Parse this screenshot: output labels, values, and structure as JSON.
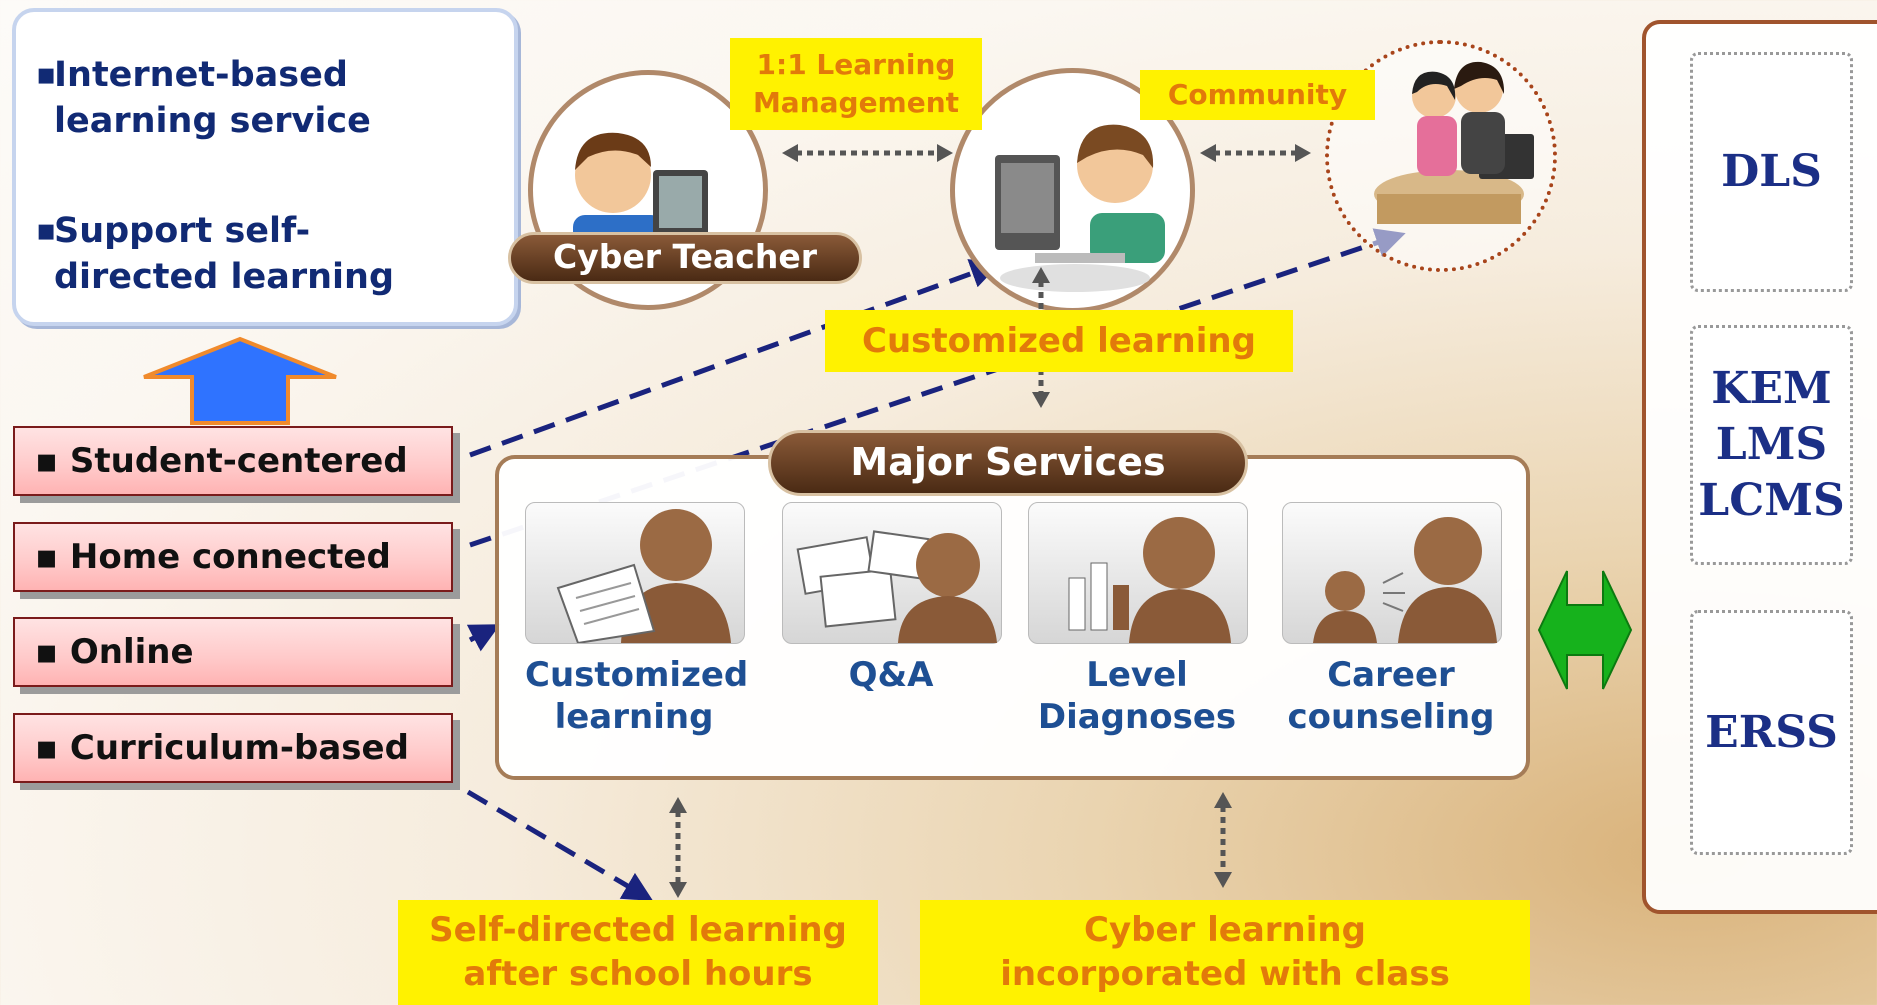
{
  "goals": [
    "Internet-based learning service",
    "Support self-directed learning"
  ],
  "goal_lines": [
    [
      "Internet-based",
      "learning service"
    ],
    [
      "Support self-",
      "directed learning"
    ]
  ],
  "features": [
    "Student-centered",
    "Home connected",
    "Online",
    "Curriculum-based"
  ],
  "top": {
    "cyber_teacher": "Cyber Teacher",
    "management_lines": [
      "1:1 Learning",
      "Management"
    ],
    "community": "Community",
    "customized_learning": "Customized learning"
  },
  "major_services": {
    "title": "Major Services",
    "items": [
      {
        "lines": [
          "Customized",
          "learning"
        ],
        "icon": "document-person-icon"
      },
      {
        "lines": [
          "Q&A",
          ""
        ],
        "icon": "papers-person-icon"
      },
      {
        "lines": [
          "Level",
          "Diagnoses"
        ],
        "icon": "bar-chart-person-icon"
      },
      {
        "lines": [
          "Career",
          "counseling"
        ],
        "icon": "two-persons-talking-icon"
      }
    ]
  },
  "bottom": {
    "self_directed_lines": [
      "Self-directed learning",
      "after school hours"
    ],
    "cyber_learning_lines": [
      "Cyber learning",
      "incorporated with class"
    ]
  },
  "systems": [
    "DLS",
    "KEM\nLMS\nLCMS",
    "ERSS"
  ],
  "colors": {
    "highlight": "#fff200",
    "label_text": "#e27a0a",
    "service_text": "#1e4f93",
    "system_text": "#1b2f86",
    "dashed_arrow": "#1a237e",
    "double_arrow": "#16b21c",
    "up_arrow": "#2f73ff"
  }
}
